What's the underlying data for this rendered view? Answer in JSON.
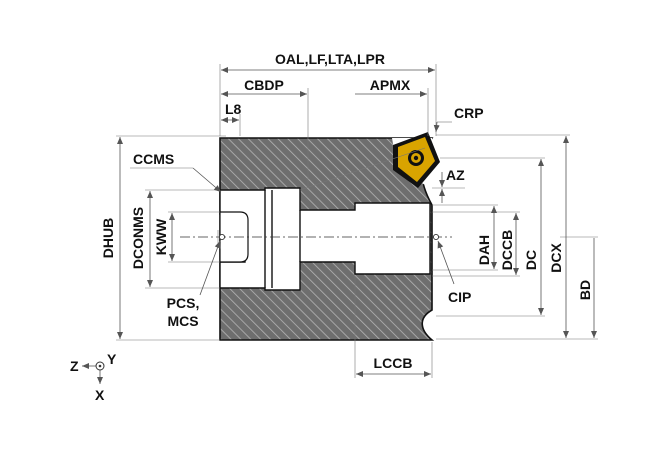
{
  "labels": {
    "oal": "OAL,LF,LTA,LPR",
    "cbdp": "CBDP",
    "apmx": "APMX",
    "l8": "L8",
    "crp": "CRP",
    "ccms": "CCMS",
    "az": "AZ",
    "dhub": "DHUB",
    "dconms": "DCONMS",
    "kww": "KWW",
    "dah": "DAH",
    "dccb": "DCCB",
    "dc": "DC",
    "dcx": "DCX",
    "bd": "BD",
    "pcs": "PCS,",
    "mcs": "MCS",
    "cip": "CIP",
    "lccb": "LCCB"
  },
  "coordinate_axes": {
    "z": "Z",
    "y": "Y",
    "x": "X"
  },
  "colors": {
    "body_fill": "#6e6e6e",
    "hatch_line": "#b4b4b4",
    "insert_gold": "#d9a400",
    "insert_dark": "#111111"
  }
}
